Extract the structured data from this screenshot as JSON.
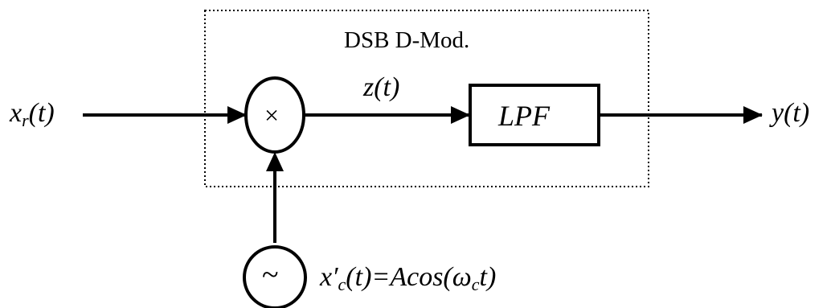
{
  "block_title": "DSB D-Mod.",
  "input": {
    "base": "x",
    "sub": "r",
    "arg": "(t)"
  },
  "mixer_symbol": "×",
  "intermediate": {
    "label": "z(t)"
  },
  "filter": {
    "label": "LPF"
  },
  "output": {
    "label": "y(t)"
  },
  "oscillator": {
    "symbol": "~",
    "base": "x′",
    "sub": "c",
    "expr_a": "(t)=Acos(ω",
    "expr_sub": "c",
    "expr_b": "t)"
  }
}
